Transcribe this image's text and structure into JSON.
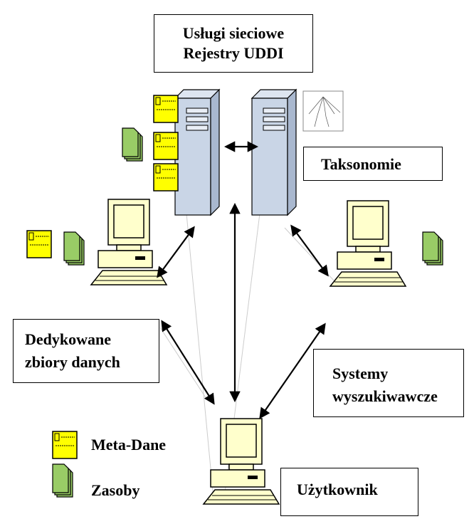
{
  "top_box": {
    "line1": "Usługi sieciowe",
    "line2": "Rejestry UDDI"
  },
  "taxonomy_box": "Taksonomie",
  "dedicated_box": {
    "line1": "Dedykowane",
    "line2": "zbiory danych"
  },
  "search_box": {
    "line1": "Systemy",
    "line2": "wyszukiwawcze"
  },
  "user_box": "Użytkownik",
  "legend": {
    "metadata": "Meta-Dane",
    "resources": "Zasoby"
  },
  "colors": {
    "server": "#c9d5e6",
    "computer": "#ffffcc",
    "metadata": "#ffff00",
    "resource": "#99cc66"
  }
}
